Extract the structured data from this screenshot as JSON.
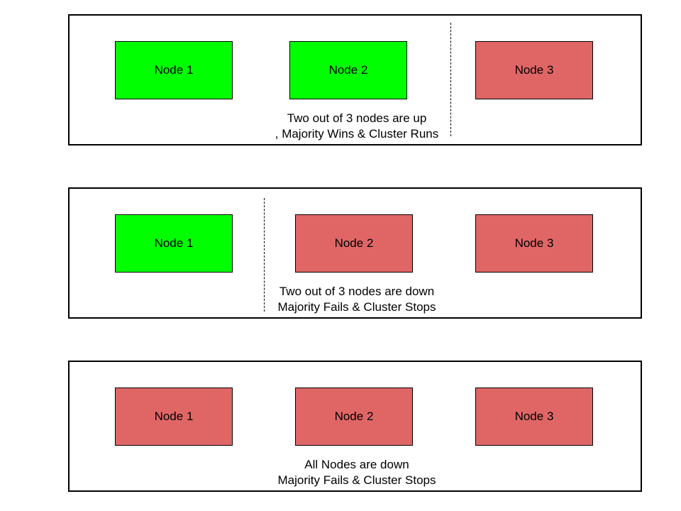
{
  "colors": {
    "up": "#00ff00",
    "down": "#e06666",
    "border": "#000000"
  },
  "panels": [
    {
      "nodes": [
        {
          "label": "Node 1",
          "status": "up"
        },
        {
          "label": "Node 2",
          "status": "up"
        },
        {
          "label": "Node 3",
          "status": "down"
        }
      ],
      "caption": [
        "Two out of 3 nodes are up",
        ", Majority Wins & Cluster Runs"
      ]
    },
    {
      "nodes": [
        {
          "label": "Node 1",
          "status": "up"
        },
        {
          "label": "Node 2",
          "status": "down"
        },
        {
          "label": "Node 3",
          "status": "down"
        }
      ],
      "caption": [
        "Two out of 3 nodes are down",
        "Majority Fails & Cluster Stops"
      ]
    },
    {
      "nodes": [
        {
          "label": "Node 1",
          "status": "down"
        },
        {
          "label": "Node 2",
          "status": "down"
        },
        {
          "label": "Node 3",
          "status": "down"
        }
      ],
      "caption": [
        "All Nodes are down",
        "Majority Fails & Cluster Stops"
      ]
    }
  ]
}
